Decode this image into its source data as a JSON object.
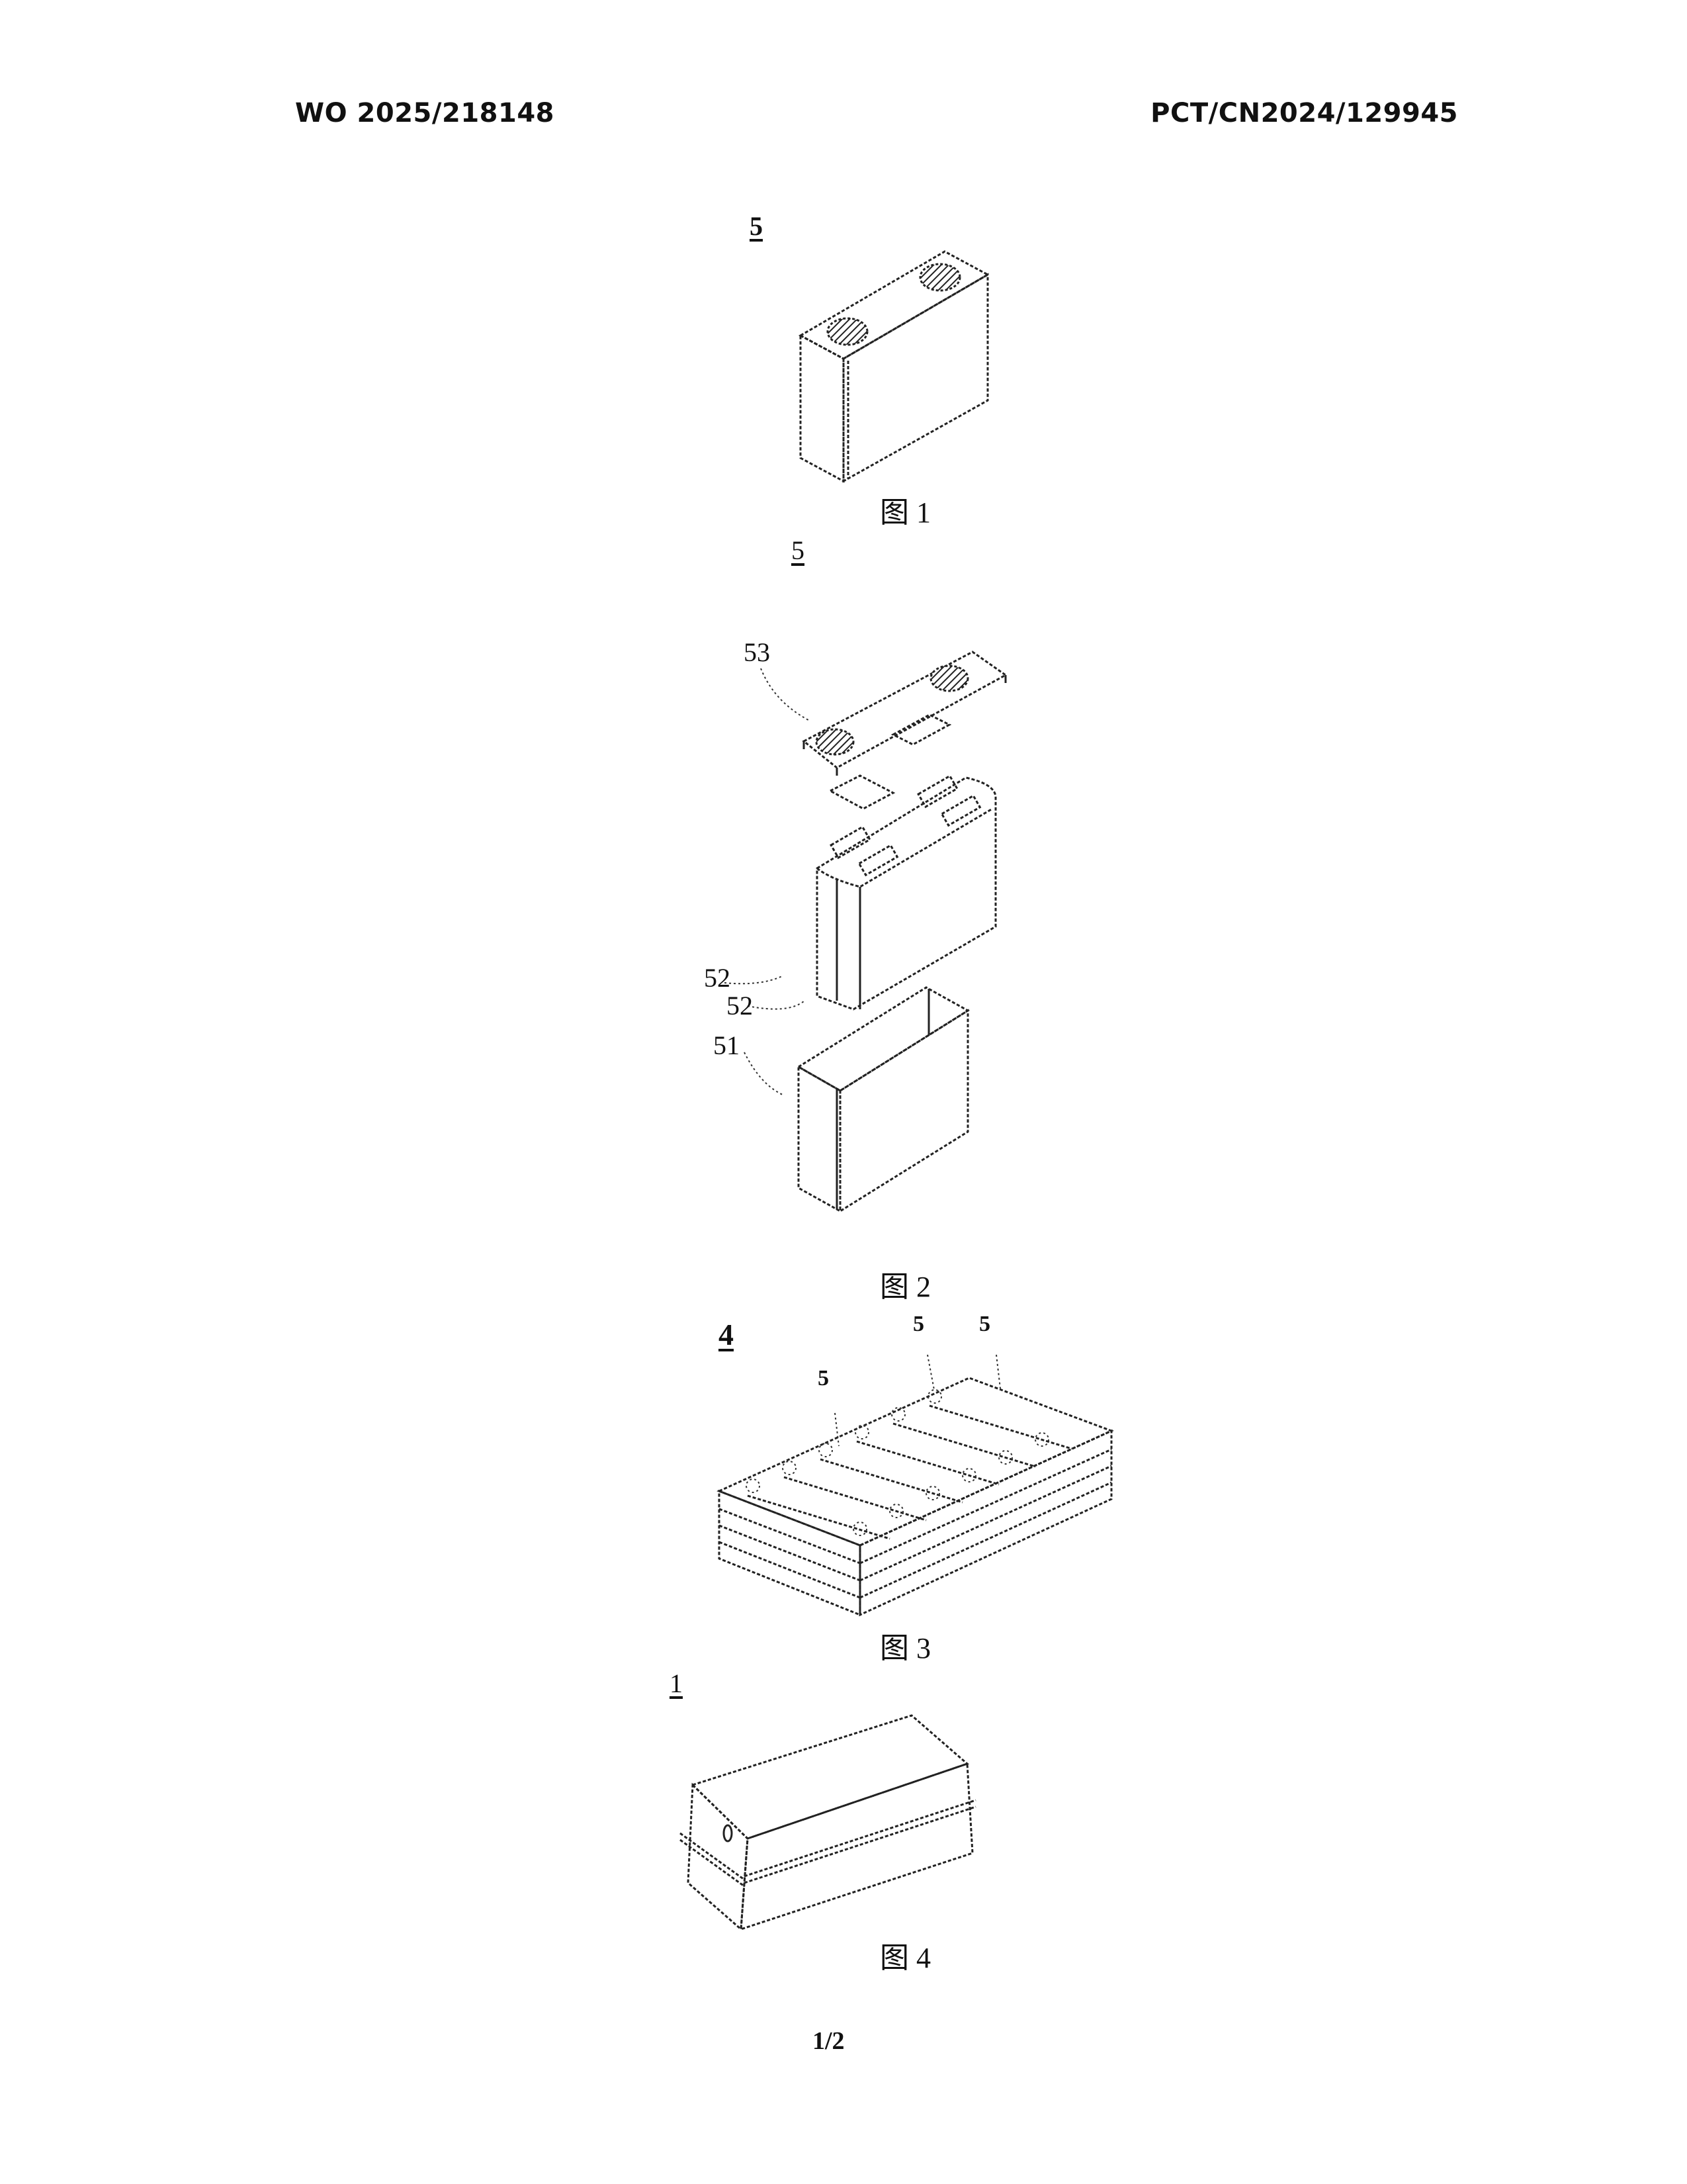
{
  "header": {
    "publication_number": "WO 2025/218148",
    "application_number": "PCT/CN2024/129945"
  },
  "figures": [
    {
      "id": "fig1",
      "caption": "图 1",
      "reference_label": "5",
      "subject": "battery cell, assembled"
    },
    {
      "id": "fig2",
      "caption": "图 2",
      "reference_label": "5",
      "callouts": [
        "53",
        "52",
        "52",
        "51"
      ],
      "subject": "battery cell, exploded view"
    },
    {
      "id": "fig3",
      "caption": "图 3",
      "reference_label": "4",
      "callouts": [
        "5",
        "5",
        "5"
      ],
      "subject": "battery module"
    },
    {
      "id": "fig4",
      "caption": "图 4",
      "reference_label": "1",
      "subject": "battery pack"
    }
  ],
  "footer": {
    "page_indicator": "1/2"
  }
}
